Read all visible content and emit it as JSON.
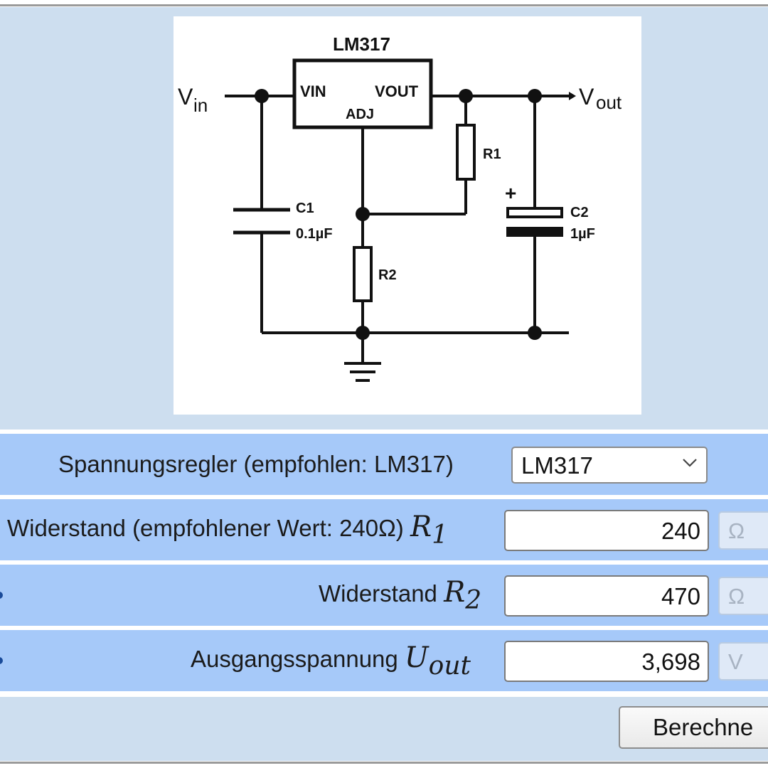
{
  "schematic": {
    "ic_name": "LM317",
    "pin_vin": "VIN",
    "pin_vout": "VOUT",
    "pin_adj": "ADJ",
    "label_vin": "V",
    "label_vin_sub": "in",
    "label_vout": "V",
    "label_vout_sub": "out",
    "r1": "R1",
    "r2": "R2",
    "c1_name": "C1",
    "c1_value": "0.1µF",
    "c2_name": "C2",
    "c2_value": "1µF",
    "c2_polarity": "+"
  },
  "form": {
    "regulator": {
      "label": "Spannungsregler (empfohlen: LM317)",
      "selected": "LM317"
    },
    "r1": {
      "label": "Widerstand (empfohlener Wert: 240Ω)",
      "symbol": "R",
      "symbol_sub": "1",
      "value": "240",
      "unit": "Ω"
    },
    "r2": {
      "label": "Widerstand",
      "symbol": "R",
      "symbol_sub": "2",
      "value": "470",
      "unit": "Ω"
    },
    "uout": {
      "label": "Ausgangsspannung",
      "symbol": "U",
      "symbol_sub": "out",
      "value": "3,698",
      "unit": "V"
    },
    "calculate_label": "Berechne"
  },
  "colors": {
    "panel": "#cddeef",
    "row": "#a6c9f9"
  }
}
